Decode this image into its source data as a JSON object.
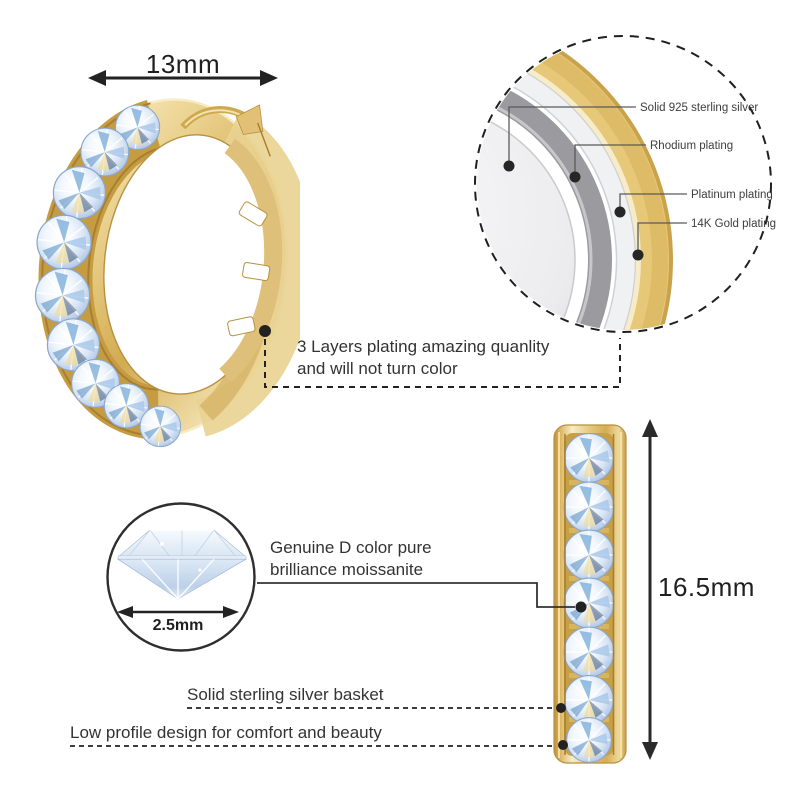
{
  "measurements": {
    "width_label": "13mm",
    "height_label": "16.5mm",
    "stone_label": "2.5mm"
  },
  "plating_inset": {
    "labels": [
      "Solid 925 sterling silver",
      "Rhodium plating",
      "Platinum plating",
      "14K Gold plating"
    ]
  },
  "notes": {
    "plating_line1": "3 Layers plating amazing quanlity",
    "plating_line2": "and will not turn color",
    "stone_line1": "Genuine D color pure",
    "stone_line2": "brilliance moissanite",
    "basket": "Solid sterling silver basket",
    "profile": "Low profile design for comfort and beauty"
  },
  "colors": {
    "gold": "#d9b45e",
    "gold_light": "#f6e9c3",
    "gold_deep": "#b8903f",
    "stone_blue": "#cfe0f2",
    "silver": "#ececee",
    "text": "#2b2b2b",
    "line": "#222222"
  }
}
